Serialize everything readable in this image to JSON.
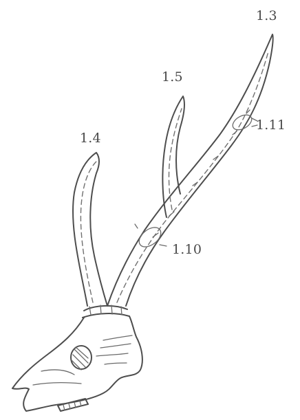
{
  "labels": {
    "tine_top": "1.3",
    "tine_middle": "1.5",
    "tine_left": "1.4",
    "upper_beam_mark": "1.11",
    "lower_beam_mark": "1.10"
  }
}
